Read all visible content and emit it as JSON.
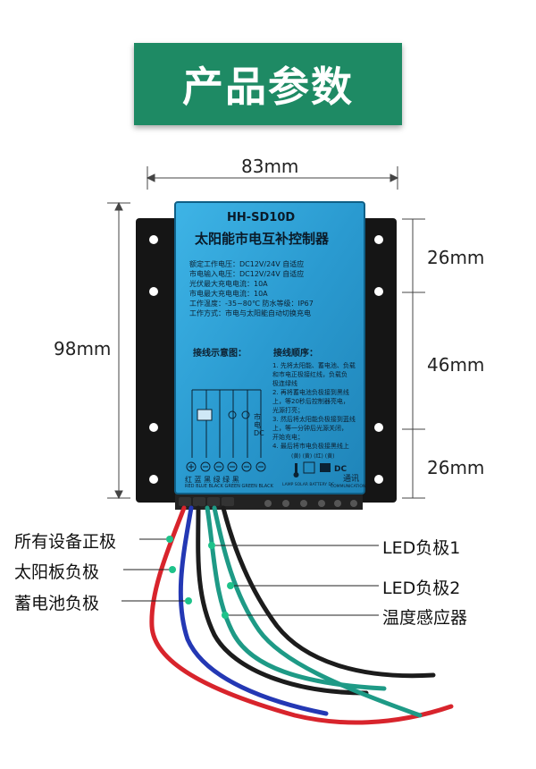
{
  "banner": {
    "title": "产品参数"
  },
  "dimensions": {
    "width": "83mm",
    "height": "98mm",
    "top_section": "26mm",
    "middle_section": "46mm",
    "bottom_section": "26mm"
  },
  "device": {
    "model": "HH-SD10D",
    "name": "太阳能市电互补控制器",
    "specs": [
      "额定工作电压：DC12V/24V  自适应",
      "市电输入电压：DC12V/24V  自适应",
      "光伏最大充电电流：10A",
      "市电最大充电电流：10A",
      "工作温度：-35~80℃    防水等级：IP67",
      "工作方式：市电与太阳能自动切换充电"
    ],
    "diagram_label": "接线示意图：",
    "order_label": "接线顺序：",
    "steps": [
      "1. 先将太阳能、蓄电池、负载",
      "和市电正极接红线，负载负",
      "极连绿线",
      "2. 再将蓄电池负极接到黑线",
      "上，等20秒后控制器亮电，",
      "光源打亮；",
      "3. 然后将太阳能负极接到蓝线",
      "上，等一分钟后光源关闭，",
      "开始充电；",
      "4. 最后将市电负极接黑线上"
    ],
    "mains_label": "市电DC",
    "port_colors_cn": "红  蓝  黑  绿  绿  黑",
    "port_colors_en": "RED BLUE BLACK GREEN GREEN BLACK",
    "port_right_cn": "(黄) (黄) (红) (黄)",
    "port_right_en": "LAMP SOLAR BATTERY DC",
    "comm_cn": "通讯",
    "comm_en": "COMMUNICATION",
    "dc_label": "DC"
  },
  "callouts": {
    "left": [
      "所有设备正极",
      "太阳板负极",
      "蓄电池负极"
    ],
    "right": [
      "LED负极1",
      "LED负极2",
      "温度感应器"
    ]
  },
  "colors": {
    "banner": "#1e8a64",
    "panel": "#2a9ad0",
    "bracket": "#151515",
    "wire_red": "#d8242c",
    "wire_blue": "#2438b4",
    "wire_black": "#1c1c1c",
    "wire_green": "#1e9a86",
    "marker": "#1ec28a"
  }
}
